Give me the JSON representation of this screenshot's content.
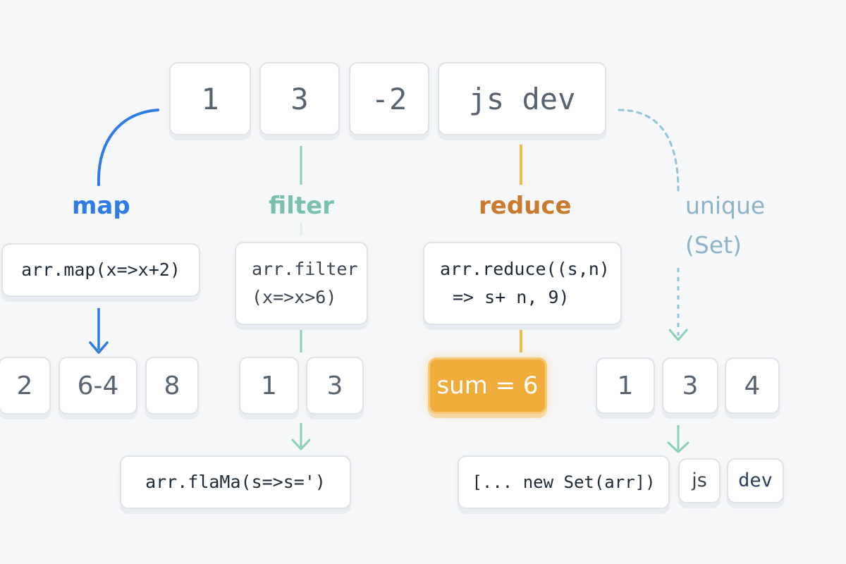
{
  "input_array": [
    "1",
    "3",
    "-2",
    "js dev"
  ],
  "colors": {
    "map": "#2f7be6",
    "filter": "#7ac0b0",
    "reduce": "#c97a2d",
    "reduce_line": "#f2bd3f",
    "unique": "#8cb3c7",
    "unique_line": "#93c3d6",
    "sum_fill": "#f1ad3b"
  },
  "map": {
    "label": "map",
    "code": "arr.map(x=>x+2)",
    "results": [
      "2",
      "6-4",
      "8"
    ]
  },
  "filter": {
    "label": "filter",
    "code_line1": "arr.filter",
    "code_line2": "(x=>x>6)",
    "results": [
      "1",
      "3"
    ],
    "flat_code": "arr.flaMa(s=>s=')"
  },
  "reduce": {
    "label": "reduce",
    "code_line1": "arr.reduce((s,n)",
    "code_line2": "=> s+ n, 9)",
    "result": "sum = 6"
  },
  "unique": {
    "label_line1": "unique",
    "label_line2": "(Set)",
    "results": [
      "1",
      "3",
      "4"
    ],
    "spread_code": "[... new Set(arr])",
    "tags": [
      "js",
      "dev"
    ]
  }
}
